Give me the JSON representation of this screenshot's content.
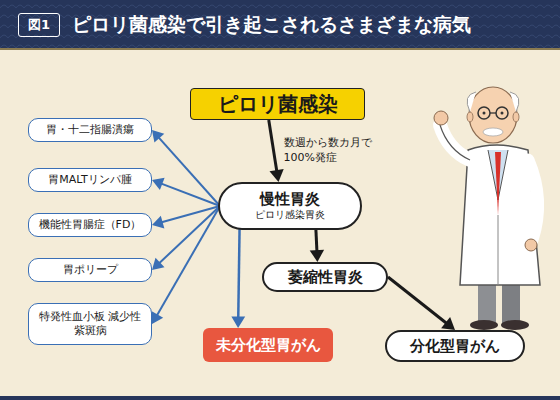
{
  "diagram": {
    "title": "ピロリ菌感染で引き起こされるさまざまな病気",
    "nodes": [
      {
        "text": [
          "ピロリ菌感染"
        ]
      },
      {
        "text": [
          "慢性胃炎",
          "ピロリ感染胃炎"
        ]
      },
      {
        "text": [
          "萎縮性胃炎"
        ]
      },
      {
        "text": [
          "未分化型胃がん"
        ]
      },
      {
        "text": [
          "分化型胃がん"
        ]
      },
      {
        "text": [
          "胃・十二指腸潰瘍"
        ]
      },
      {
        "text": [
          "胃MALTリンパ腫"
        ]
      },
      {
        "text": [
          "機能性胃腸症（FD）"
        ]
      },
      {
        "text": [
          "胃ポリープ"
        ]
      },
      {
        "text": [
          "特発性血小板 減少性紫斑病"
        ]
      }
    ],
    "edges": [
      {
        "from": 0,
        "to": 1,
        "arrow": "to",
        "label": "数週から数カ月で 100%発症"
      },
      {
        "from": 1,
        "to": 2,
        "arrow": "to"
      },
      {
        "from": 2,
        "to": 4,
        "arrow": "to"
      },
      {
        "from": 1,
        "to": 3,
        "arrow": "to"
      },
      {
        "from": 1,
        "to": 5,
        "arrow": "to"
      },
      {
        "from": 1,
        "to": 6,
        "arrow": "to"
      },
      {
        "from": 1,
        "to": 7,
        "arrow": "to"
      },
      {
        "from": 1,
        "to": 8,
        "arrow": "to"
      },
      {
        "from": 1,
        "to": 9,
        "arrow": "to"
      }
    ],
    "labels": [
      "図1"
    ]
  }
}
